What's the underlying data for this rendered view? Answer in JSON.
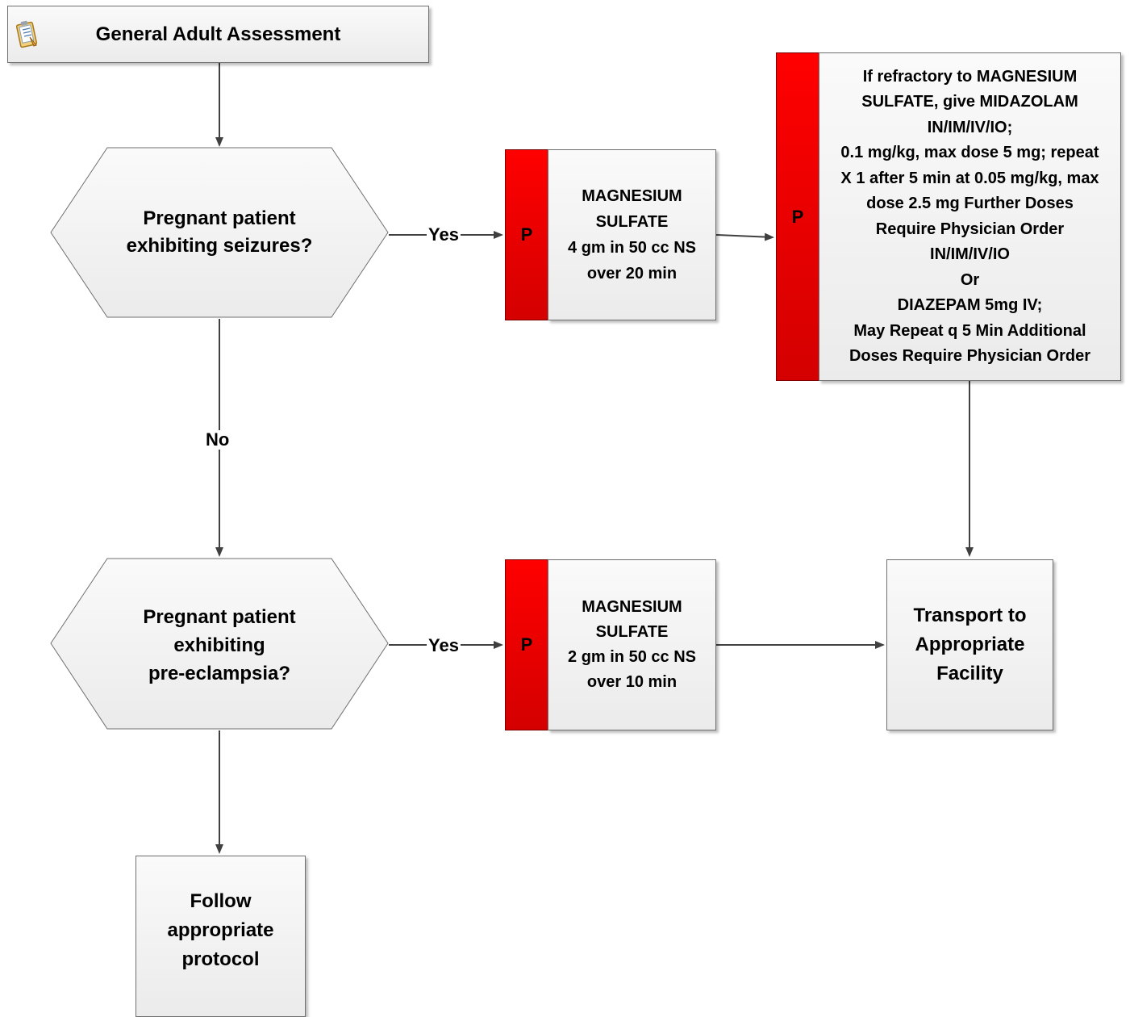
{
  "start": {
    "label": "General Adult Assessment",
    "icon": "clipboard-icon"
  },
  "decision_seizures": {
    "text": "Pregnant patient\nexhibiting seizures?"
  },
  "decision_preeclampsia": {
    "text": "Pregnant patient\nexhibiting\npre-eclampsia?"
  },
  "step_mag_seizure": {
    "badge": "P",
    "text": "MAGNESIUM\nSULFATE\n4 gm in 50 cc NS\nover 20 min"
  },
  "step_refractory": {
    "badge": "P",
    "text": "If refractory to MAGNESIUM\nSULFATE, give MIDAZOLAM\nIN/IM/IV/IO;\n0.1 mg/kg, max dose 5 mg;  repeat\nX 1 after 5 min at 0.05 mg/kg, max\ndose 2.5 mg Further Doses\nRequire Physician Order\nIN/IM/IV/IO\nOr\nDIAZEPAM 5mg IV;\nMay Repeat q 5 Min Additional\nDoses Require Physician Order"
  },
  "step_mag_preeclampsia": {
    "badge": "P",
    "text": "MAGNESIUM\nSULFATE\n2 gm in 50 cc NS\nover 10 min"
  },
  "transport": {
    "text": "Transport to\nAppropriate\nFacility"
  },
  "follow": {
    "text": "Follow\nappropriate\nprotocol"
  },
  "edge_labels": {
    "yes_1": "Yes",
    "yes_2": "Yes",
    "no": "No"
  },
  "colors": {
    "protocol_badge": "#e00000",
    "connector": "#404040",
    "box_border": "#6f6f6f"
  }
}
